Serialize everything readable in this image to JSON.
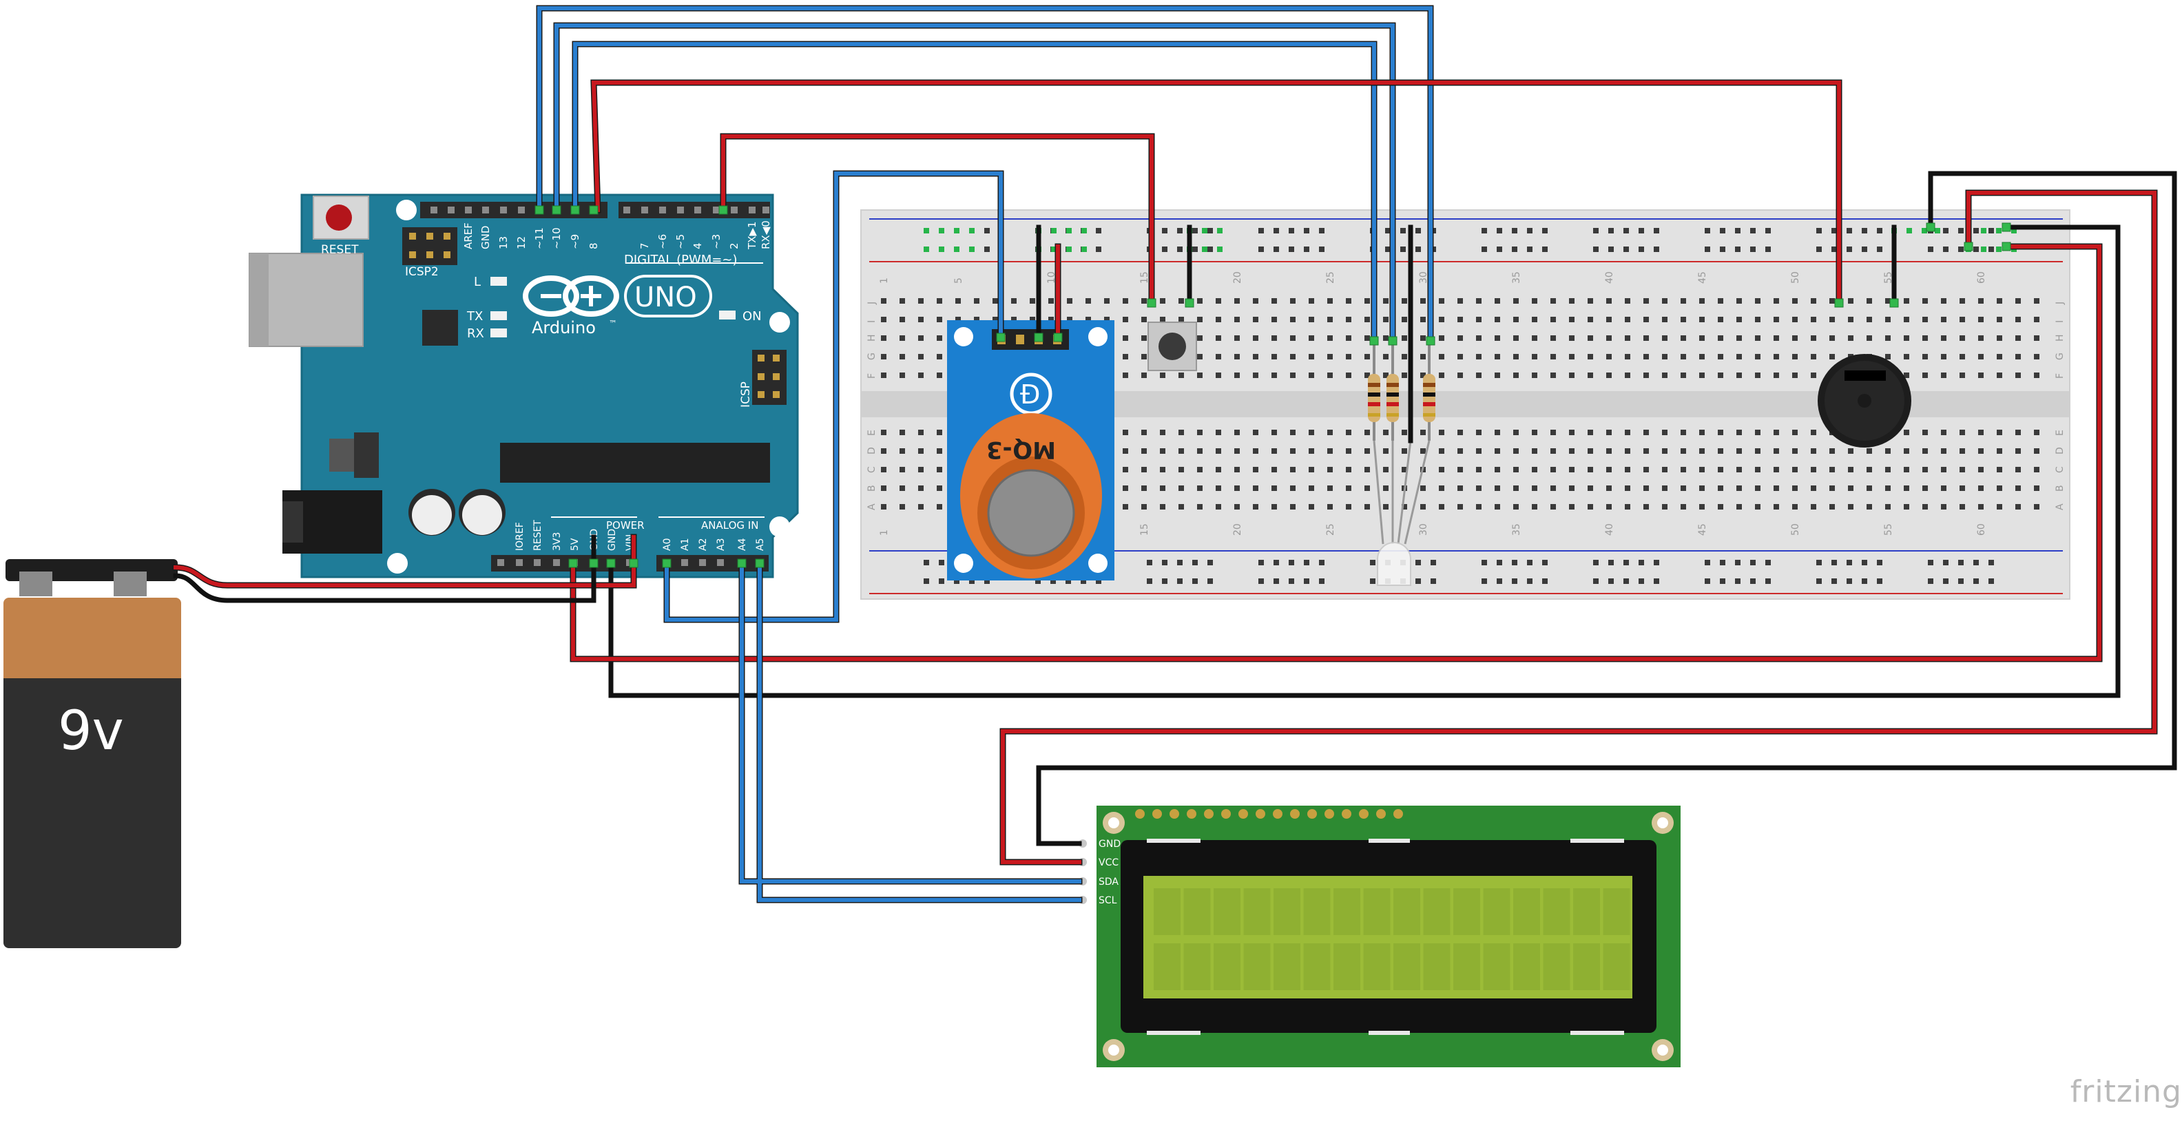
{
  "arduino": {
    "reset_label": "RESET",
    "icsp2_label": "ICSP2",
    "icsp_label": "ICSP",
    "brand": "Arduino",
    "trademark": "™",
    "model": "UNO",
    "on_label": "ON",
    "l_label": "L",
    "tx_label": "TX",
    "rx_label": "RX",
    "digital_label": "DIGITAL (PWM=~)",
    "power_label": "POWER",
    "analog_label": "ANALOG IN",
    "digital_pins": [
      "AREF",
      "GND",
      "13",
      "12",
      "~11",
      "~10",
      "~9",
      "8",
      "7",
      "~6",
      "~5",
      "4",
      "~3",
      "2",
      "TX▶1",
      "RX◀0"
    ],
    "power_pins": [
      "IOREF",
      "RESET",
      "3V3",
      "5V",
      "GND",
      "GND",
      "VIN"
    ],
    "analog_pins": [
      "A0",
      "A1",
      "A2",
      "A3",
      "A4",
      "A5"
    ]
  },
  "battery": {
    "label": "9v"
  },
  "sensor": {
    "label": "MQ-3"
  },
  "breadboard": {
    "top_numbers": [
      "1",
      "5",
      "10",
      "15",
      "20",
      "25",
      "30",
      "35",
      "40",
      "45",
      "50",
      "55",
      "60"
    ],
    "bottom_numbers": [
      "1",
      "5",
      "10",
      "15",
      "20",
      "25",
      "30",
      "35",
      "40",
      "45",
      "50",
      "55",
      "60"
    ],
    "top_letters": [
      "J",
      "I",
      "H",
      "G",
      "F"
    ],
    "bottom_letters": [
      "E",
      "D",
      "C",
      "B",
      "A"
    ]
  },
  "lcd": {
    "pins": [
      "GND",
      "VCC",
      "SDA",
      "SCL"
    ]
  },
  "watermark": "fritzing",
  "colors": {
    "board_teal": "#1f7c98",
    "wire_blue": "#2a7fd0",
    "wire_red": "#c8181e",
    "wire_black": "#222222",
    "breadboard": "#e3e3e3",
    "lcd_green": "#2d8a32",
    "lcd_screen": "#9cbc38",
    "sensor_blue": "#1b7fd0",
    "sensor_orange": "#e4762e",
    "battery_copper": "#c2824a",
    "battery_body": "#2f2f2f"
  }
}
